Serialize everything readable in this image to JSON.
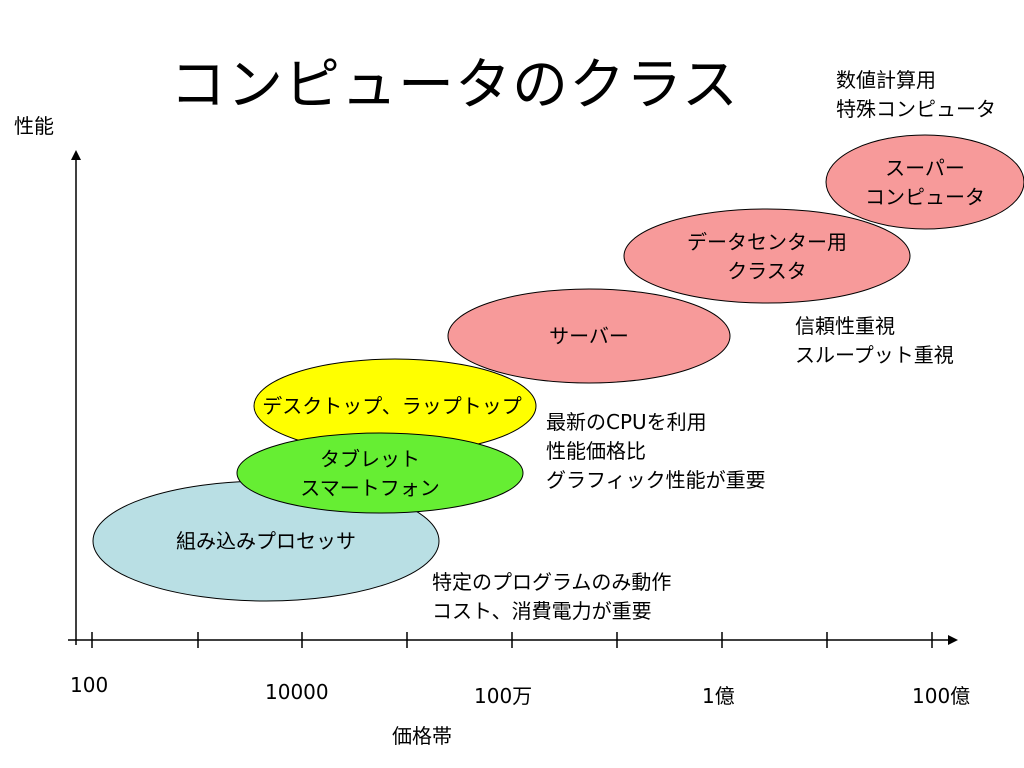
{
  "title": "コンピュータのクラス",
  "axes": {
    "y_label": "性能",
    "x_label": "価格帯",
    "x_ticks": [
      "100",
      "10000",
      "100万",
      "1億",
      "100億"
    ]
  },
  "classes": [
    {
      "id": "embedded",
      "lines": [
        "組み込みプロセッサ"
      ],
      "fill": "#b9dfe4"
    },
    {
      "id": "tablet",
      "lines": [
        "タブレット",
        "スマートフォン"
      ],
      "fill": "#66ee33"
    },
    {
      "id": "desktop",
      "lines": [
        "デスクトップ、ラップトップ"
      ],
      "fill": "#ffff00"
    },
    {
      "id": "server",
      "lines": [
        "サーバー"
      ],
      "fill": "#f79a9a"
    },
    {
      "id": "cluster",
      "lines": [
        "データセンター用",
        "クラスタ"
      ],
      "fill": "#f79a9a"
    },
    {
      "id": "super",
      "lines": [
        "スーパー",
        "コンピュータ"
      ],
      "fill": "#f79a9a"
    }
  ],
  "notes": {
    "supercomputer": [
      "数値計算用",
      "特殊コンピュータ"
    ],
    "server": [
      "信頼性重視",
      "スループット重視"
    ],
    "desktop": [
      "最新のCPUを利用",
      "性能価格比",
      "グラフィック性能が重要"
    ],
    "embedded": [
      "特定のプログラムのみ動作",
      "コスト、消費電力が重要"
    ]
  }
}
